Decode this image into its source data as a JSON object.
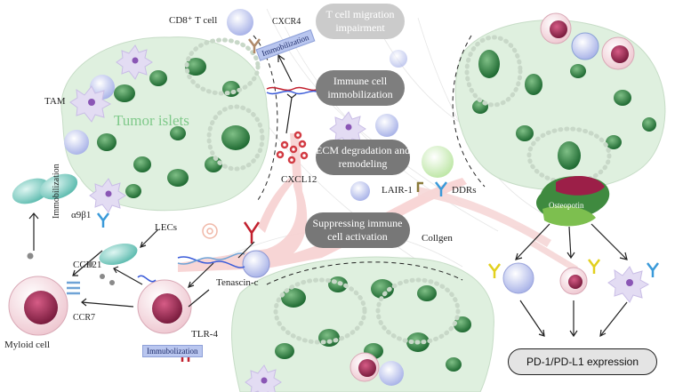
{
  "labels": {
    "cd8": "CD8⁺ T cell",
    "cxcr4": "CXCR4",
    "tam": "TAM",
    "tumor_islets": "Tumor islets",
    "cxcl12": "CXCL12",
    "lecs": "LECs",
    "a9b1": "α9β1",
    "ccl21": "CCL21",
    "ccr7": "CCR7",
    "myloid": "Myloid cell",
    "tenascin": "Tenascin-c",
    "tlr4": "TLR-4",
    "lair1": "LAIR-1",
    "ddrs": "DDRs",
    "collgen": "Collgen",
    "osteopotin": "Osteopotin",
    "immobilization_vertical": "Immobilization"
  },
  "tags": {
    "immobilization_top": "Immobilization",
    "immobilization_bottom": "Immubolization"
  },
  "pills": {
    "t_cell_migration": "T cell migration impairment",
    "immune_cell_immob": "Immune cell immobilization",
    "ecm_degradation": "ECM degradation and remodeling",
    "suppressing": "Suppressing immune cell activation"
  },
  "result": "PD-1/PD-L1 expression",
  "colors": {
    "pill_dark": "#7a7a7a",
    "pill_faded": "#c9c9c9",
    "tumor_fill": "#dff0df",
    "nucleus": "#2e7a3e",
    "ecm_pink": "#f3c6c6",
    "tag_blue": "#b9c6ef"
  }
}
